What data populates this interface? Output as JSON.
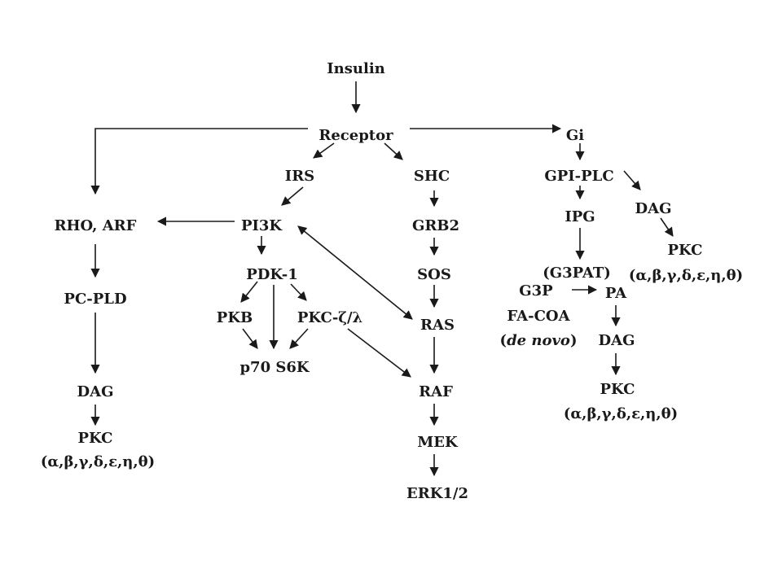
{
  "nodes": {
    "insulin": "Insulin",
    "receptor": "Receptor",
    "gi": "Gi",
    "irs": "IRS",
    "shc": "SHC",
    "gpi_plc": "GPI-PLC",
    "dag_right": "DAG",
    "pkc_right": "PKC",
    "pkc_right_isoforms": "(α,β,γ,δ,ε,η,θ)",
    "ipg": "IPG",
    "rho_arf": "RHO, ARF",
    "pi3k": "PI3K",
    "grb2": "GRB2",
    "pdk1": "PDK-1",
    "sos": "SOS",
    "g3pat": "(G3PAT)",
    "g3p": "G3P",
    "pa": "PA",
    "pc_pld": "PC-PLD",
    "pkb": "PKB",
    "pkc_zeta": "PKC-ζ/λ",
    "ras": "RAS",
    "fa_coa": "FA-COA",
    "de_novo_open": "(",
    "de_novo": "de novo",
    "de_novo_close": ")",
    "dag_mid": "DAG",
    "p70s6k": "p70 S6K",
    "dag_left": "DAG",
    "raf": "RAF",
    "pkc_mid": "PKC",
    "pkc_mid_isoforms": "(α,β,γ,δ,ε,η,θ)",
    "pkc_left": "PKC",
    "pkc_left_isoforms": "(α,β,γ,δ,ε,η,θ)",
    "mek": "MEK",
    "erk": "ERK1/2"
  },
  "colors": {
    "ink": "#1a1a1a",
    "background": "#ffffff"
  }
}
